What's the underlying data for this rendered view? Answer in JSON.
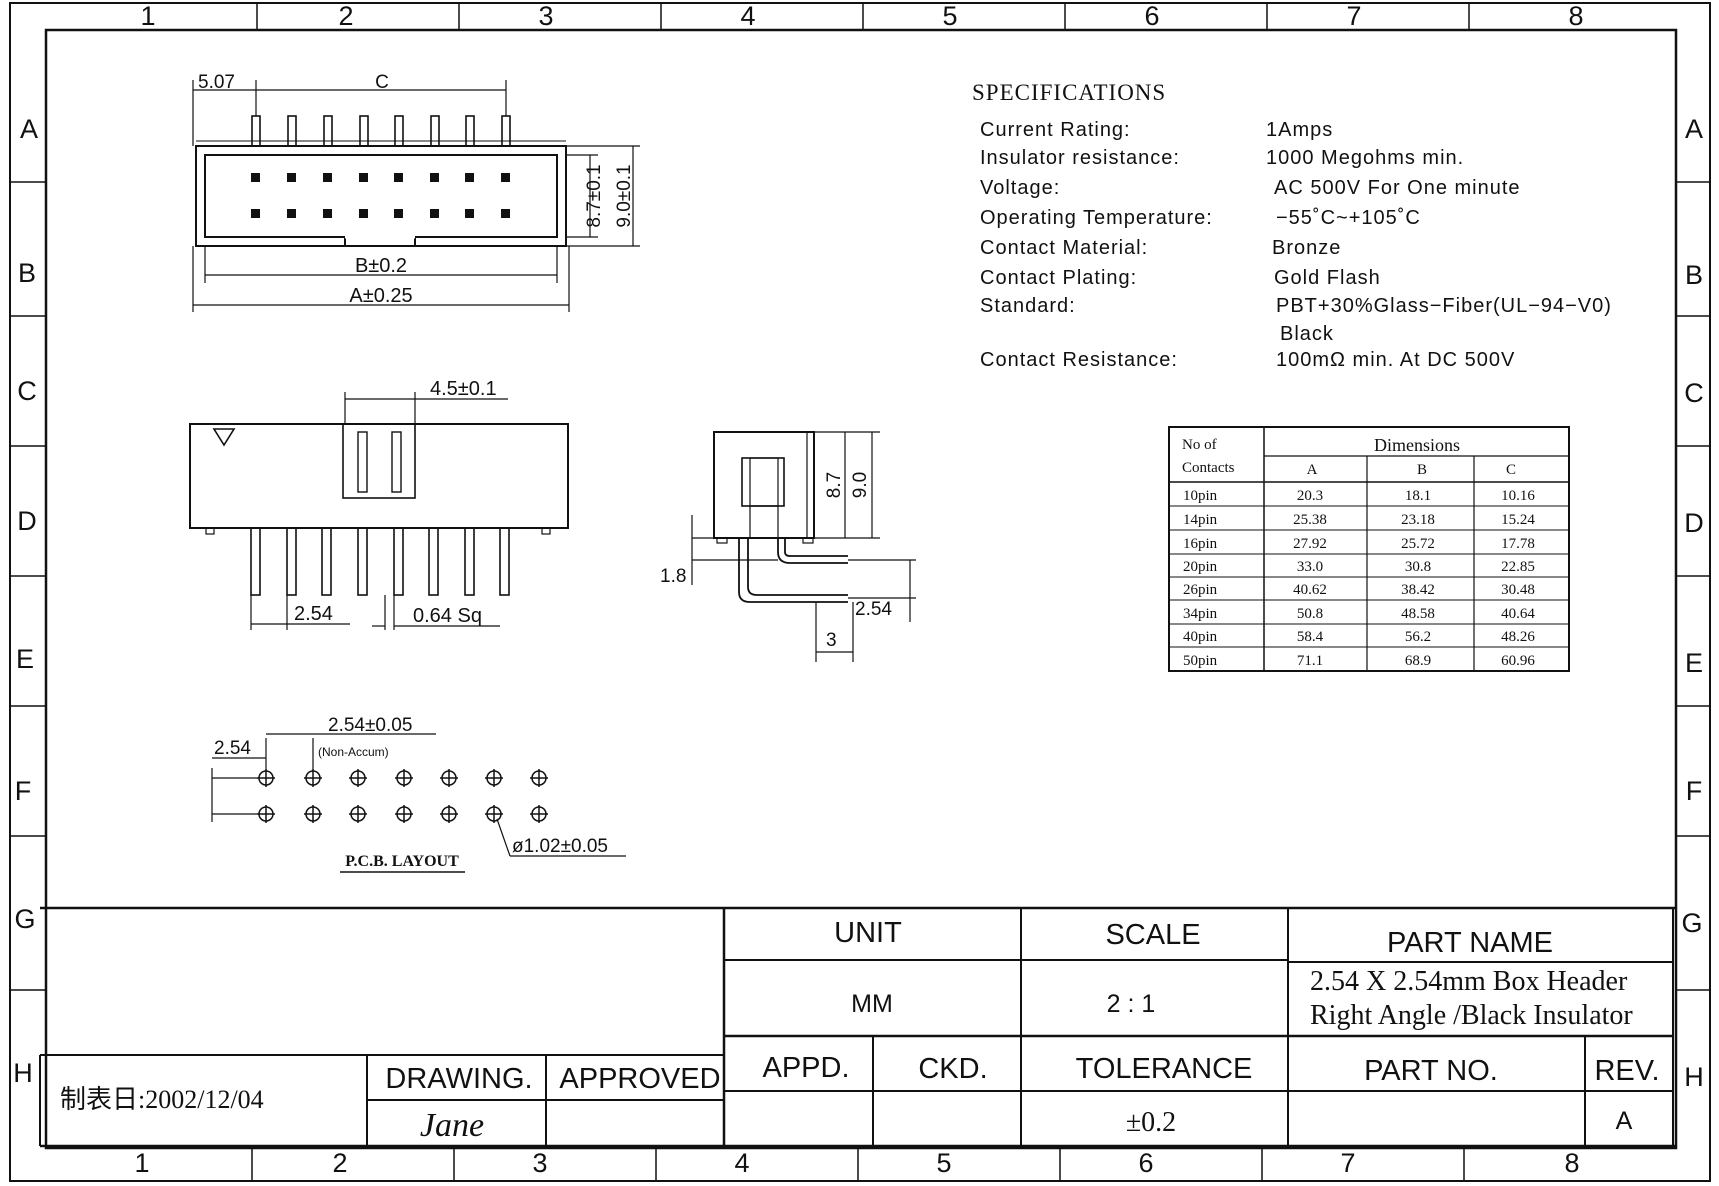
{
  "border": {
    "cols": [
      "1",
      "2",
      "3",
      "4",
      "5",
      "6",
      "7",
      "8"
    ],
    "rows": [
      "A",
      "B",
      "C",
      "D",
      "E",
      "F",
      "G",
      "H"
    ]
  },
  "top_view": {
    "dim_pitch": "5.07",
    "dim_c": "C",
    "dim_b": "B±0.2",
    "dim_a": "A±0.25",
    "dim_h1": "8.7±0.1",
    "dim_h2": "9.0±0.1"
  },
  "side_view": {
    "dim_width": "4.5±0.1",
    "dim_pitch": "2.54",
    "dim_pin": "0.64 Sq"
  },
  "profile_view": {
    "dim_h1": "8.7",
    "dim_h2": "9.0",
    "dim_offset": "1.8",
    "dim_pitch": "2.54",
    "dim_len": "3"
  },
  "pcb": {
    "dim_edge": "2.54",
    "dim_pitch": "2.54±0.05",
    "note": "(Non-Accum)",
    "dim_hole": "ø1.02±0.05",
    "label": "P.C.B. LAYOUT"
  },
  "specs": {
    "title": "SPECIFICATIONS",
    "rows": [
      {
        "label": "Current Rating:",
        "value": "1Amps"
      },
      {
        "label": "Insulator resistance:",
        "value": "1000 Megohms min."
      },
      {
        "label": "Voltage:",
        "value": "AC 500V For One minute"
      },
      {
        "label": "Operating Temperature:",
        "value": "−55˚C~+105˚C"
      },
      {
        "label": "Contact Material:",
        "value": "Bronze"
      },
      {
        "label": "Contact Plating:",
        "value": "Gold Flash"
      },
      {
        "label": "Standard:",
        "value": "PBT+30%Glass−Fiber(UL−94−V0)"
      },
      {
        "label": "",
        "value": "Black"
      },
      {
        "label": "Contact Resistance:",
        "value": "100mΩ   min. At DC 500V"
      }
    ]
  },
  "dim_table": {
    "header_col": "No of",
    "header_col2": "Contacts",
    "header_group": "Dimensions",
    "sub_headers": [
      "A",
      "B",
      "C"
    ],
    "rows": [
      [
        "10pin",
        "20.3",
        "18.1",
        "10.16"
      ],
      [
        "14pin",
        "25.38",
        "23.18",
        "15.24"
      ],
      [
        "16pin",
        "27.92",
        "25.72",
        "17.78"
      ],
      [
        "20pin",
        "33.0",
        "30.8",
        "22.85"
      ],
      [
        "26pin",
        "40.62",
        "38.42",
        "30.48"
      ],
      [
        "34pin",
        "50.8",
        "48.58",
        "40.64"
      ],
      [
        "40pin",
        "58.4",
        "56.2",
        "48.26"
      ],
      [
        "50pin",
        "71.1",
        "68.9",
        "60.96"
      ]
    ]
  },
  "title_block": {
    "unit_label": "UNIT",
    "unit_value": "MM",
    "scale_label": "SCALE",
    "scale_value": "2 : 1",
    "part_name_label": "PART NAME",
    "part_name_line1": "2.54 X  2.54mm Box Header",
    "part_name_line2": "Right Angle /Black Insulator",
    "appd_label": "APPD.",
    "ckd_label": "CKD.",
    "tolerance_label": "TOLERANCE",
    "tolerance_value": "±0.2",
    "part_no_label": "PART NO.",
    "rev_label": "REV.",
    "rev_value": "A",
    "date_text": "制表日:2002/12/04",
    "drawing_label": "DRAWING.",
    "drawing_value": "Jane",
    "approved_label": "APPROVED"
  }
}
